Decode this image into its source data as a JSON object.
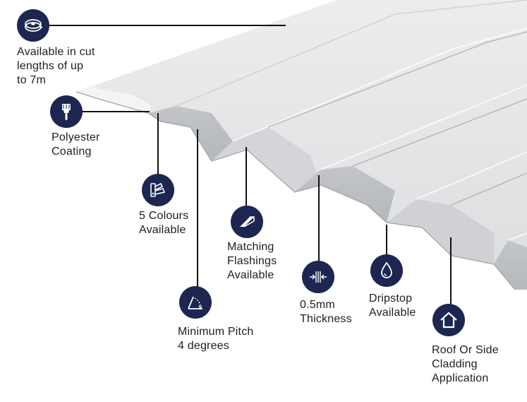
{
  "colors": {
    "icon_bg": "#1c2650",
    "line": "#111111",
    "sheet_light": "#e6e7e9",
    "sheet_mid": "#c9cbce",
    "sheet_dark": "#a7aaae"
  },
  "features": {
    "cut_lengths": {
      "label": "Available in cut\nlengths of up\nto 7m",
      "icon": "tape-measure-icon"
    },
    "coating": {
      "label": "Polyester\nCoating",
      "icon": "paint-brush-icon"
    },
    "colours": {
      "label": "5 Colours\nAvailable",
      "icon": "colour-swatch-icon"
    },
    "flashings": {
      "label": "Matching\nFlashings\nAvailable",
      "icon": "flashing-icon"
    },
    "pitch": {
      "label": "Minimum Pitch\n4 degrees",
      "icon": "angle-icon"
    },
    "thickness": {
      "label": "0.5mm\nThickness",
      "icon": "thickness-icon"
    },
    "dripstop": {
      "label": "Dripstop\nAvailable",
      "icon": "water-drop-icon"
    },
    "application": {
      "label": "Roof Or Side\nCladding\nApplication",
      "icon": "house-icon"
    }
  }
}
